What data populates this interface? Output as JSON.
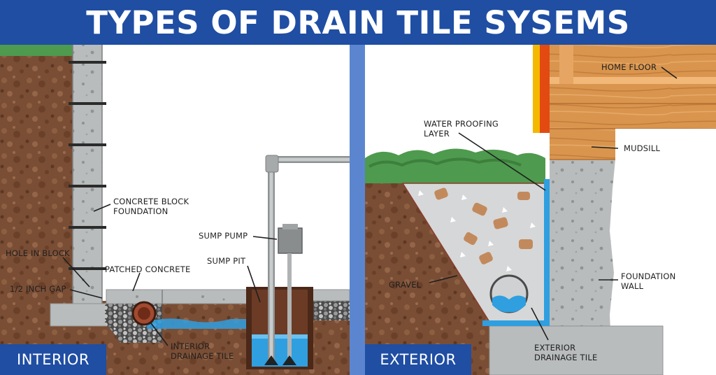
{
  "title": "TYPES OF DRAIN TILE SYSEMS",
  "panels": {
    "interior": {
      "tag": "INTERIOR",
      "labels": {
        "concrete_block_foundation": "CONCRETE BLOCK\nFOUNDATION",
        "hole_in_block": "HOLE IN BLOCK",
        "patched_concrete": "PATCHED CONCRETE",
        "half_inch_gap": "1/2 INCH GAP",
        "sump_pump": "SUMP PUMP",
        "sump_pit": "SUMP PIT",
        "interior_drainage_tile": "INTERIOR\nDRAINAGE TILE"
      }
    },
    "exterior": {
      "tag": "EXTERIOR",
      "labels": {
        "home_floor": "HOME FLOOR",
        "water_proofing_layer": "WATER PROOFING\nLAYER",
        "mudsill": "MUDSILL",
        "gravel": "GRAVEL",
        "foundation_wall": "FOUNDATION\nWALL",
        "exterior_drainage_tile": "EXTERIOR\nDRAINAGE TILE"
      }
    }
  },
  "colors": {
    "banner": "#1f4ea3",
    "divider": "#5b86cf",
    "soil": "#7a4e35",
    "grass": "#4e9a4e",
    "concrete": "#b9bcbd",
    "water": "#2f9fe0",
    "wood": "#d9954e"
  }
}
